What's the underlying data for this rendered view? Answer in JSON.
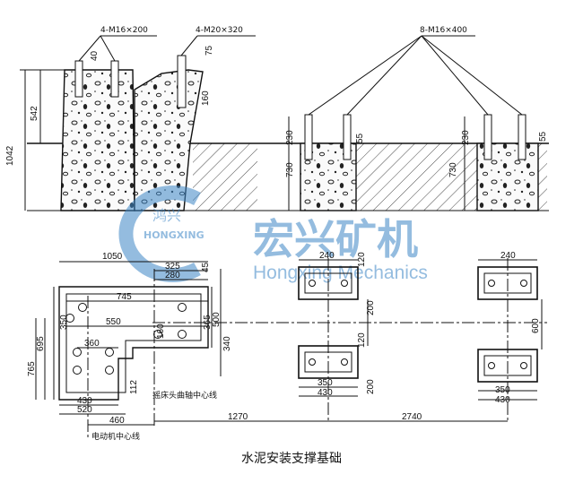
{
  "caption": "水泥安装支撑基础",
  "watermark": {
    "brand_cn": "宏兴矿机",
    "brand_en": "Hongxing Mechanics",
    "logo_text": "HONGXING",
    "logo_cn": "鸿兴"
  },
  "section_view": {
    "callouts": {
      "left": "4-M16×200",
      "middle": "4-M20×320",
      "right": "8-M16×400"
    },
    "dimensions": {
      "overall_height": "1042",
      "foundation_height": "542",
      "bolt_40": "40",
      "bolt_75": "75",
      "bolt_160": "160",
      "sleeve_230_a": "230",
      "sleeve_230_b": "230",
      "projection_55_a": "55",
      "projection_55_b": "55",
      "depth_730_a": "730",
      "depth_730_b": "730"
    }
  },
  "plan_view": {
    "dimensions": {
      "width_1050": "1050",
      "w_325": "325",
      "w_280": "280",
      "d_45": "45",
      "w_745": "745",
      "w_550": "550",
      "h_350": "350",
      "h_695": "695",
      "w_360": "360",
      "h_160": "160",
      "h_365": "365",
      "h_340": "340",
      "h_500": "500",
      "h_765": "765",
      "h_112": "112",
      "w_430": "430",
      "w_520": "520",
      "w_460": "460",
      "dist_1270": "1270",
      "dist_2740": "2740",
      "pad_240_a": "240",
      "pad_120_a": "120",
      "pad_200_a": "200",
      "pad_120_b": "120",
      "pad_200_b": "200",
      "pad_350_a": "350",
      "pad_430_a": "430",
      "pad_240_b": "240",
      "pad_600": "600",
      "pad_350_b": "350",
      "pad_430_b": "430"
    },
    "labels": {
      "crank_axis": "摇床头曲轴中心线",
      "motor_axis": "电动机中心线"
    }
  }
}
